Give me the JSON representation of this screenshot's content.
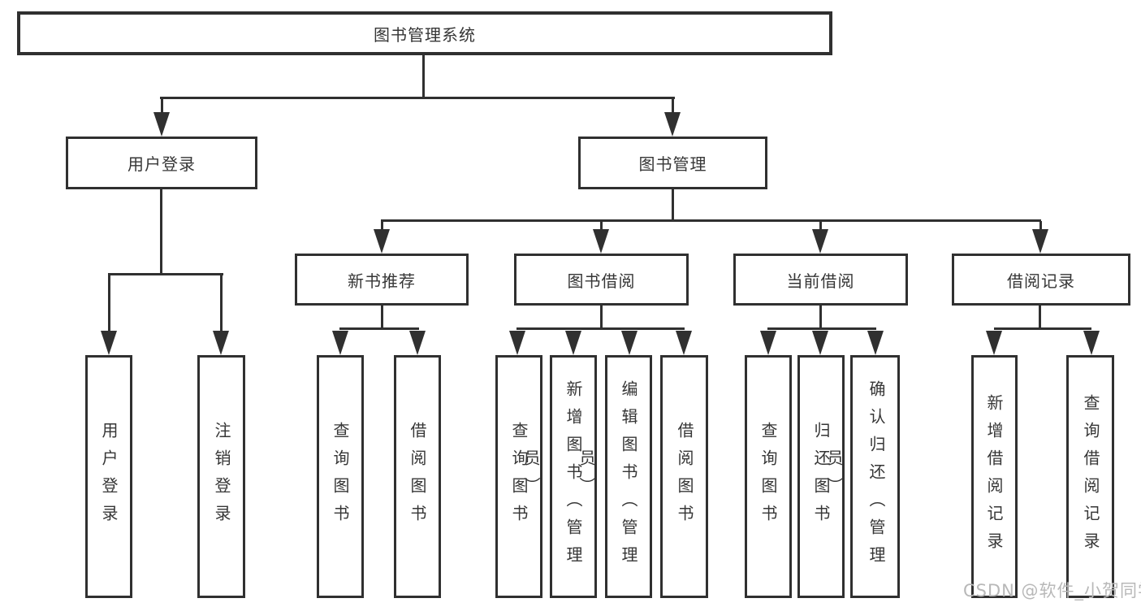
{
  "colors": {
    "line": "#303030",
    "box_border": "#303030",
    "text": "#363636",
    "watermark": "#b8b8b8",
    "background": "#ffffff"
  },
  "tree": {
    "root": {
      "label": "图书管理系统"
    },
    "user_login": {
      "label": "用户登录",
      "children": {
        "login": {
          "label": "用户登录"
        },
        "logout": {
          "label": "注销登录"
        }
      }
    },
    "book_management": {
      "label": "图书管理",
      "children": {
        "new_book_recommend": {
          "label": "新书推荐",
          "children": {
            "query_books": {
              "label": "查询图书"
            },
            "borrow_books": {
              "label": "借阅图书"
            }
          }
        },
        "book_borrowing": {
          "label": "图书借阅",
          "children": {
            "query_books": {
              "label": "查询图书"
            },
            "add_books": {
              "label": "新增图书（管理员）"
            },
            "edit_books": {
              "label": "编辑图书（管理员）"
            },
            "borrow_books": {
              "label": "借阅图书"
            }
          }
        },
        "current_borrowing": {
          "label": "当前借阅",
          "children": {
            "query_books": {
              "label": "查询图书"
            },
            "return_books": {
              "label": "归还图书"
            },
            "confirm_return": {
              "label": "确认归还（管理员）"
            }
          }
        },
        "borrowing_records": {
          "label": "借阅记录",
          "children": {
            "add_record": {
              "label": "新增借阅记录"
            },
            "query_record": {
              "label": "查询借阅记录"
            }
          }
        }
      }
    }
  },
  "watermark": {
    "text": "CSDN @软件_小贺同学"
  }
}
